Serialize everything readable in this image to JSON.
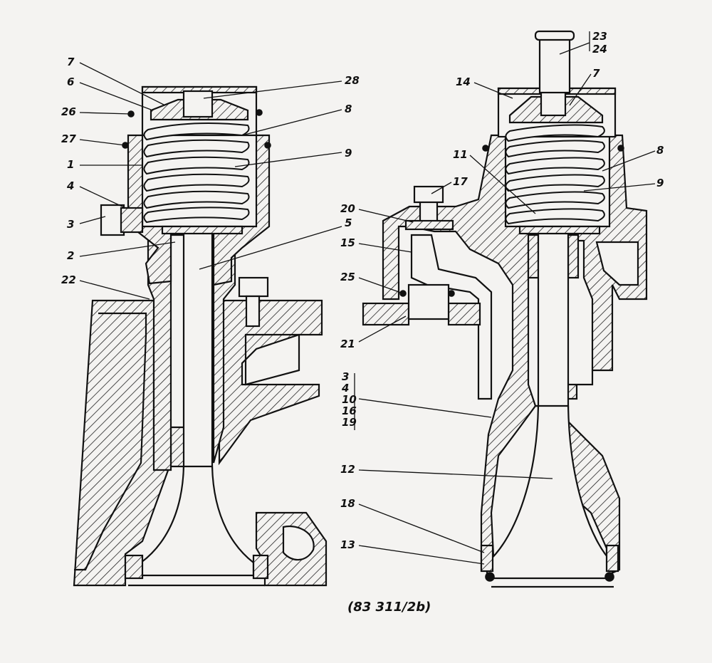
{
  "figure": {
    "caption": "(83 311/2b)",
    "left_view": {
      "callouts": [
        "7",
        "6",
        "26",
        "27",
        "1",
        "4",
        "3",
        "2",
        "22",
        "28",
        "8",
        "9",
        "5"
      ]
    },
    "right_view": {
      "callouts": [
        "23",
        "24",
        "14",
        "7",
        "11",
        "17",
        "20",
        "15",
        "25",
        "21",
        "8",
        "9",
        "12",
        "18",
        "13"
      ],
      "grouped_callout": [
        "3",
        "4",
        "10",
        "16",
        "19"
      ]
    }
  }
}
